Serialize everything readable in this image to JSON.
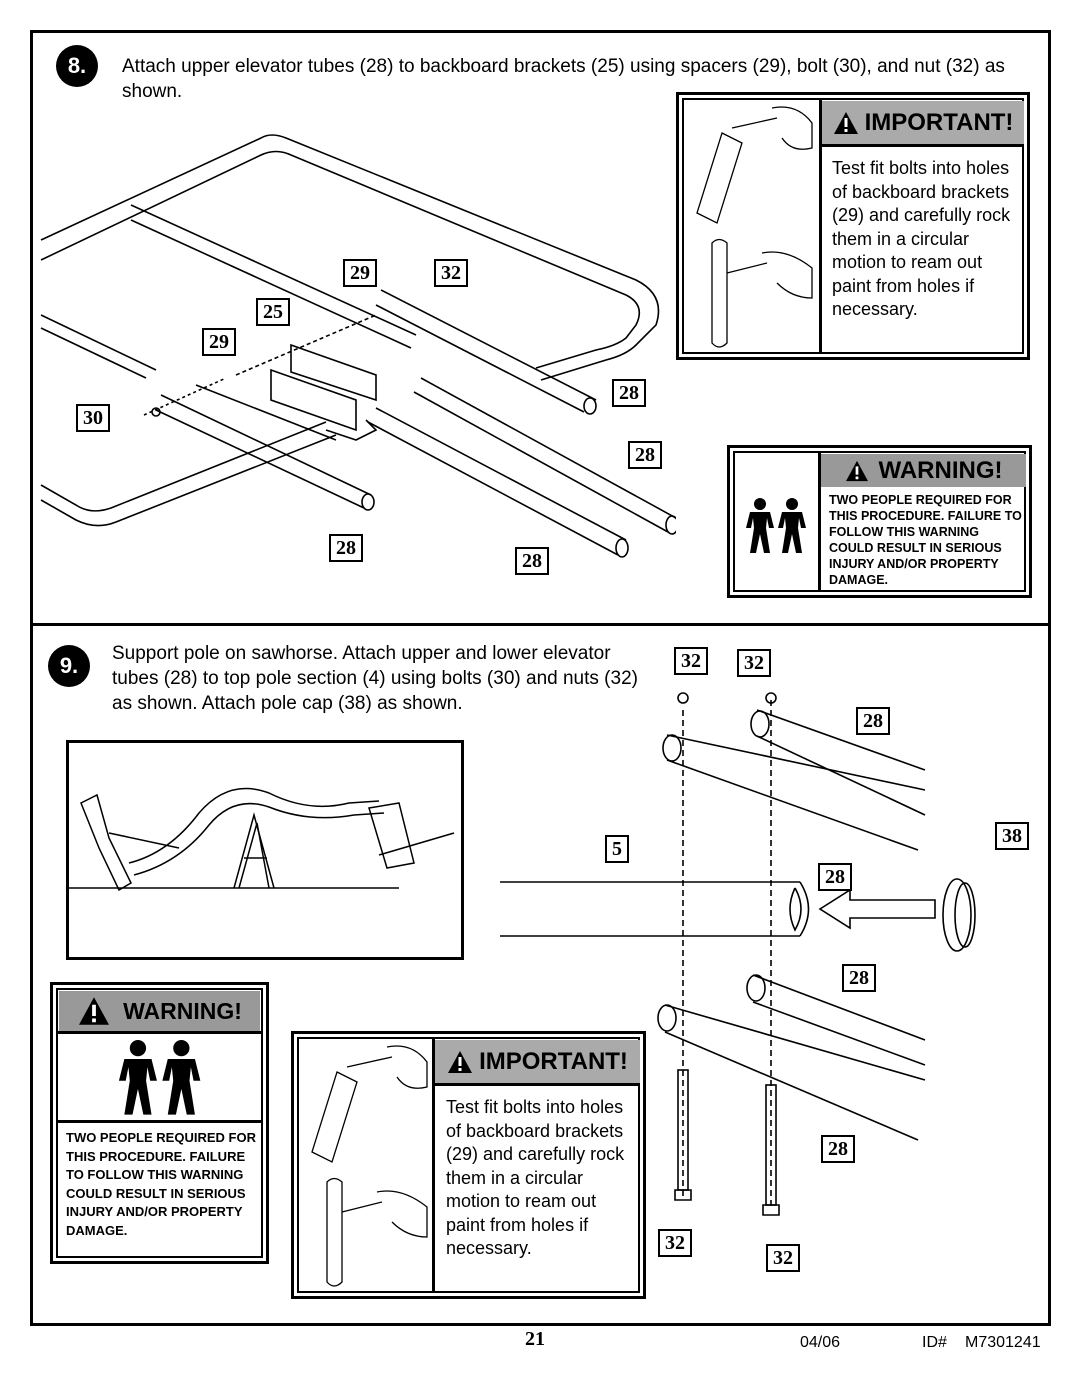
{
  "step8": {
    "number": "8.",
    "instruction": "Attach upper elevator tubes (28) to backboard brackets (25) using spacers (29), bolt (30), and nut (32) as shown.",
    "callouts": [
      "29",
      "32",
      "25",
      "29",
      "30",
      "28",
      "28",
      "28",
      "28"
    ],
    "important": {
      "heading": "IMPORTANT!",
      "text": "Test fit bolts into holes of backboard brackets (29) and carefully rock them in a circular motion to ream out paint from holes if necessary."
    },
    "warning": {
      "heading": "WARNING!",
      "text": "TWO PEOPLE REQUIRED FOR THIS PROCEDURE. FAILURE TO FOLLOW THIS WARNING COULD RESULT IN SERIOUS INJURY AND/OR PROPERTY DAMAGE."
    }
  },
  "step9": {
    "number": "9.",
    "instruction": "Support pole on sawhorse. Attach upper and lower elevator tubes (28) to top pole section (4) using bolts (30) and nuts (32) as shown. Attach pole cap (38) as shown.",
    "callouts": [
      "32",
      "32",
      "28",
      "38",
      "5",
      "28",
      "28",
      "28",
      "32",
      "32"
    ],
    "warning": {
      "heading": "WARNING!",
      "text": "TWO PEOPLE REQUIRED FOR THIS PROCEDURE. FAILURE TO FOLLOW THIS WARNING COULD RESULT IN SERIOUS INJURY AND/OR PROPERTY DAMAGE."
    },
    "important": {
      "heading": "IMPORTANT!",
      "text": "Test fit bolts into holes of backboard brackets (29) and carefully rock them in a circular motion to ream out paint from holes if necessary."
    }
  },
  "footer": {
    "page_number": "21",
    "date": "04/06",
    "id_label": "ID#",
    "id_value": "M7301241"
  },
  "icons": [
    "warning-triangle-icon",
    "two-people-icon",
    "hand-bolt-icon",
    "arrow-icon"
  ]
}
